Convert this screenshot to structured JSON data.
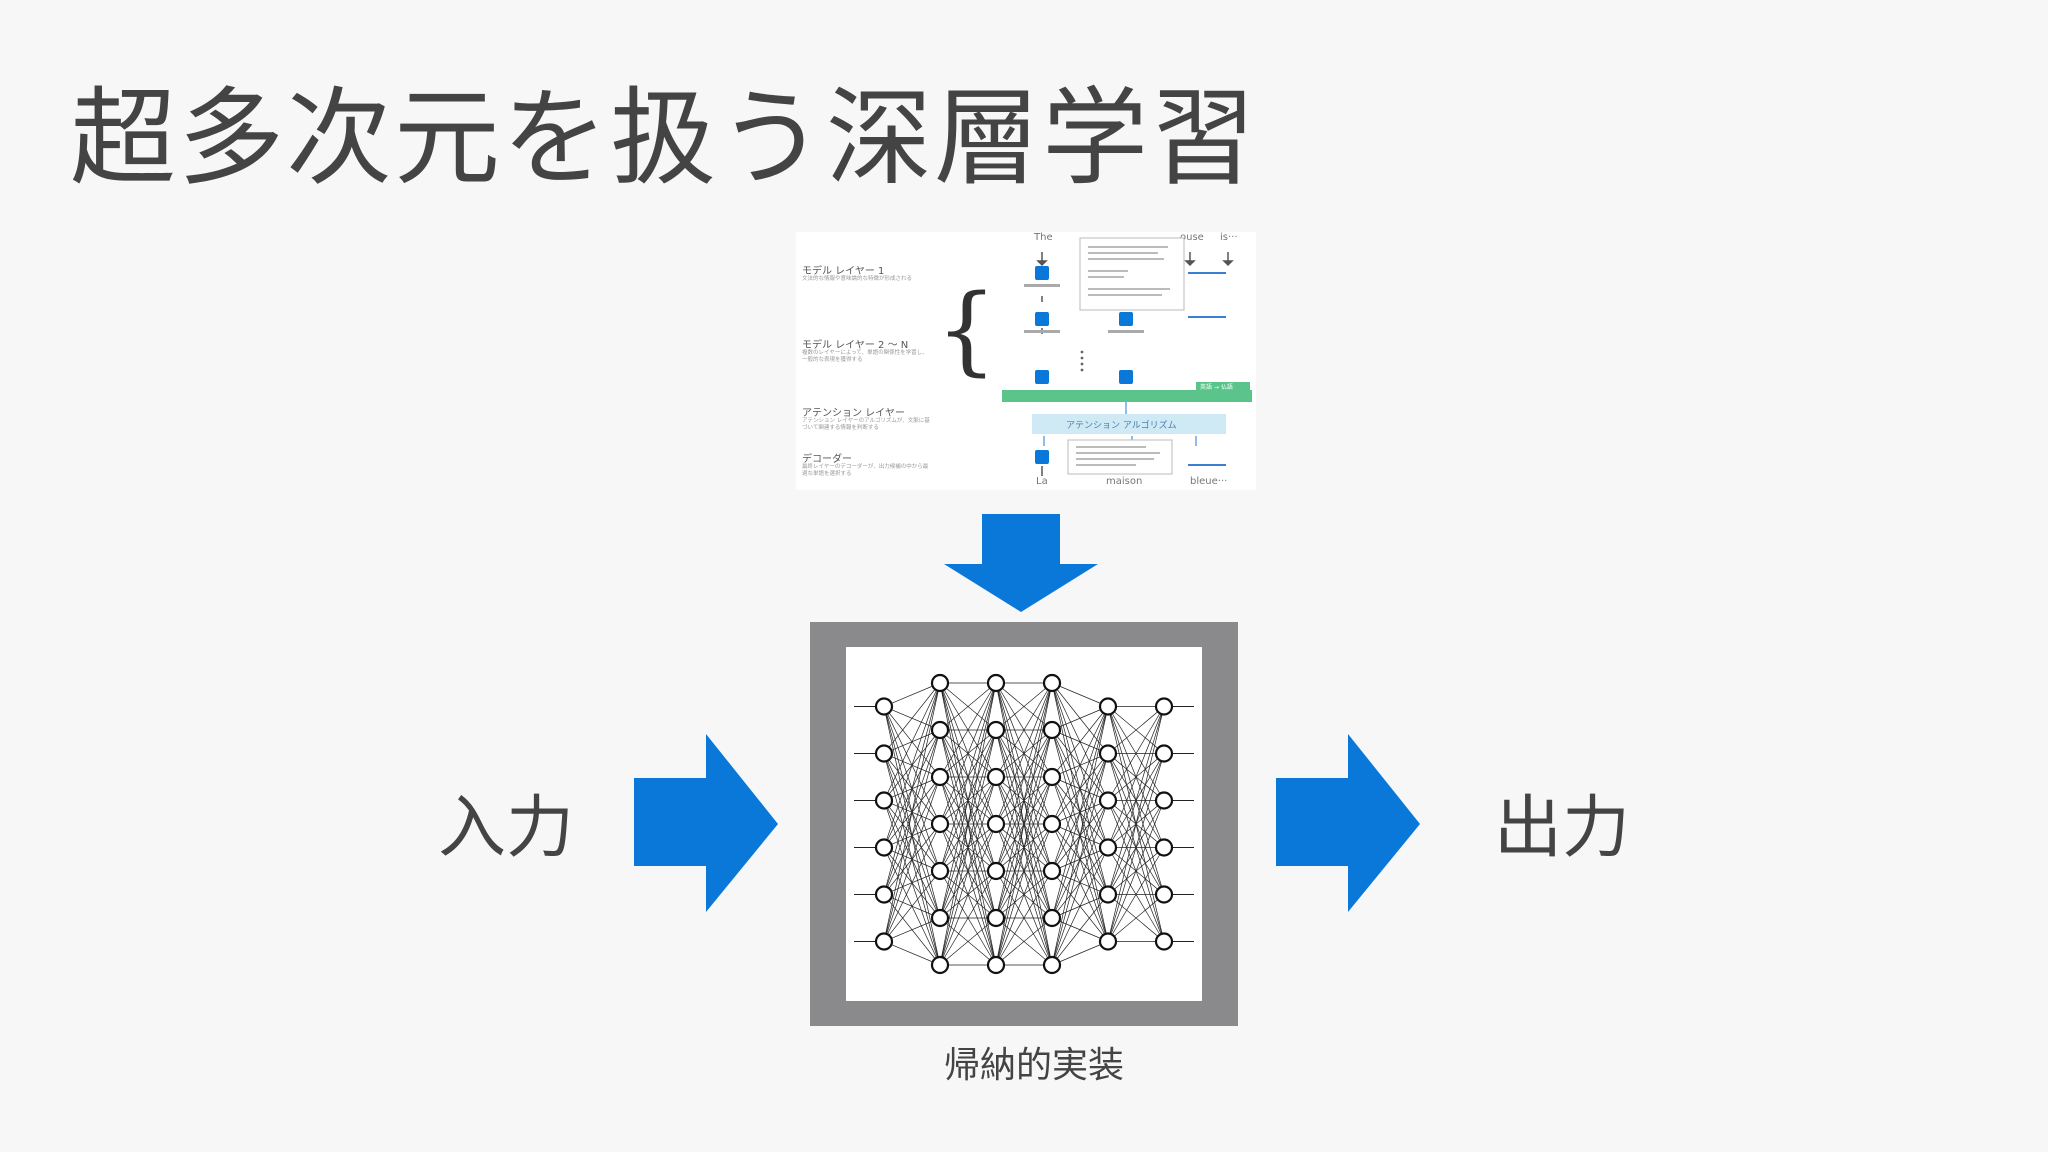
{
  "slide": {
    "title": "超多次元を扱う深層学習",
    "input_label": "入力",
    "output_label": "出力",
    "caption": "帰納的実装"
  },
  "transformer": {
    "layers": [
      {
        "heading": "モデル レイヤー 1",
        "desc": "文法的な情報や意味論的な特徴が形成される"
      },
      {
        "heading": "モデル レイヤー 2 〜 N",
        "desc": "複数のレイヤーによって、単語の関係性を学習し、一般的な表現を獲得する"
      },
      {
        "heading": "アテンション レイヤー",
        "desc": "アテンション レイヤーのアルゴリズムが、文脈に基づいて関連する情報を判断する"
      },
      {
        "heading": "デコーダー",
        "desc": "最終レイヤーのデコーダーが、出力候補の中から最適な単語を選択する"
      }
    ],
    "top_words": [
      "The",
      "ouse",
      "is···"
    ],
    "bottom_words": [
      "La",
      "maison",
      "bleue···"
    ],
    "attention_label": "アテンション アルゴリズム",
    "green_tag": "英語 → 仏語"
  },
  "network": {
    "layer_sizes": [
      6,
      7,
      7,
      7,
      6,
      6
    ]
  },
  "colors": {
    "accent_blue": "#0a78d8",
    "frame_gray": "#8a8a8c",
    "attention_green": "#5bc48a",
    "attention_box": "#cfe9f5"
  }
}
